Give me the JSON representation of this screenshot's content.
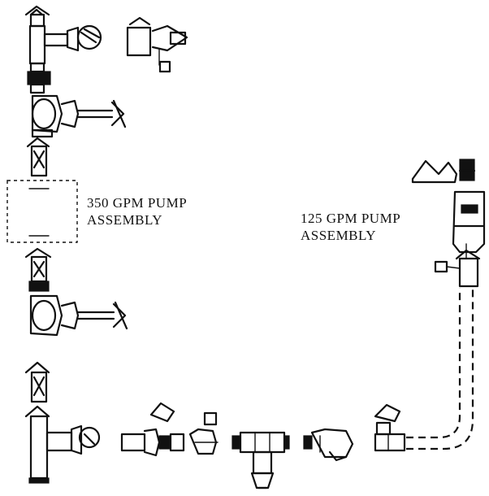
{
  "labels": {
    "pump_350": {
      "line1": "350 GPM PUMP",
      "line2": "ASSEMBLY"
    },
    "pump_125": {
      "line1": "125 GPM PUMP",
      "line2": "ASSEMBLY"
    }
  },
  "style": {
    "ink_color": "#111111",
    "background_color": "#ffffff"
  }
}
